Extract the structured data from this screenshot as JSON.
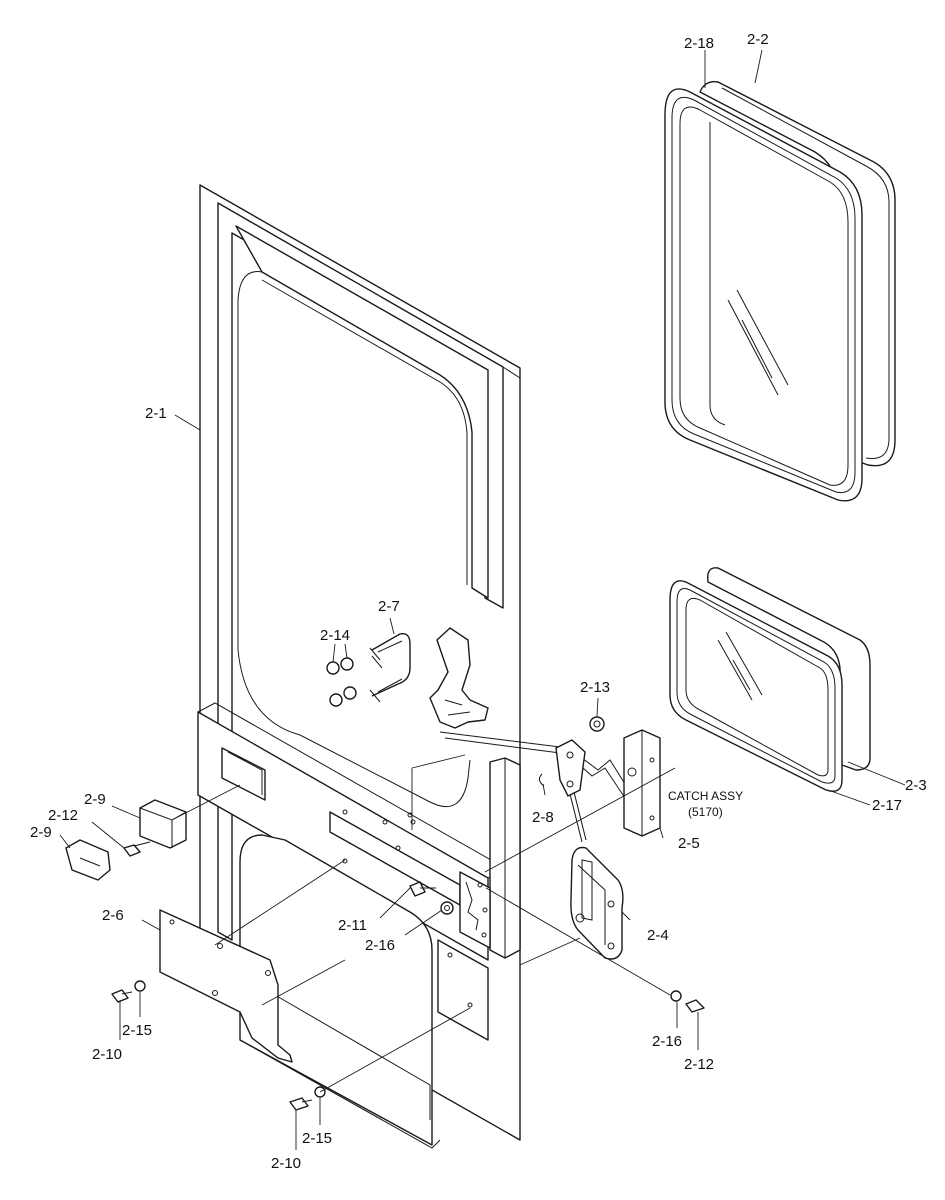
{
  "labels": {
    "l_2_18": "2-18",
    "l_2_2": "2-2",
    "l_2_1": "2-1",
    "l_2_7": "2-7",
    "l_2_14": "2-14",
    "l_2_13": "2-13",
    "l_2_3": "2-3",
    "l_2_17": "2-17",
    "l_2_9a": "2-9",
    "l_2_12a": "2-12",
    "l_2_9b": "2-9",
    "l_2_8": "2-8",
    "l_2_5": "2-5",
    "l_2_6": "2-6",
    "l_2_11": "2-11",
    "l_2_16a": "2-16",
    "l_2_4": "2-4",
    "l_2_15a": "2-15",
    "l_2_10a": "2-10",
    "l_2_16b": "2-16",
    "l_2_12b": "2-12",
    "l_2_15b": "2-15",
    "l_2_10b": "2-10"
  },
  "catch_assy": {
    "line1": "CATCH ASSY",
    "line2": "(5170)"
  }
}
